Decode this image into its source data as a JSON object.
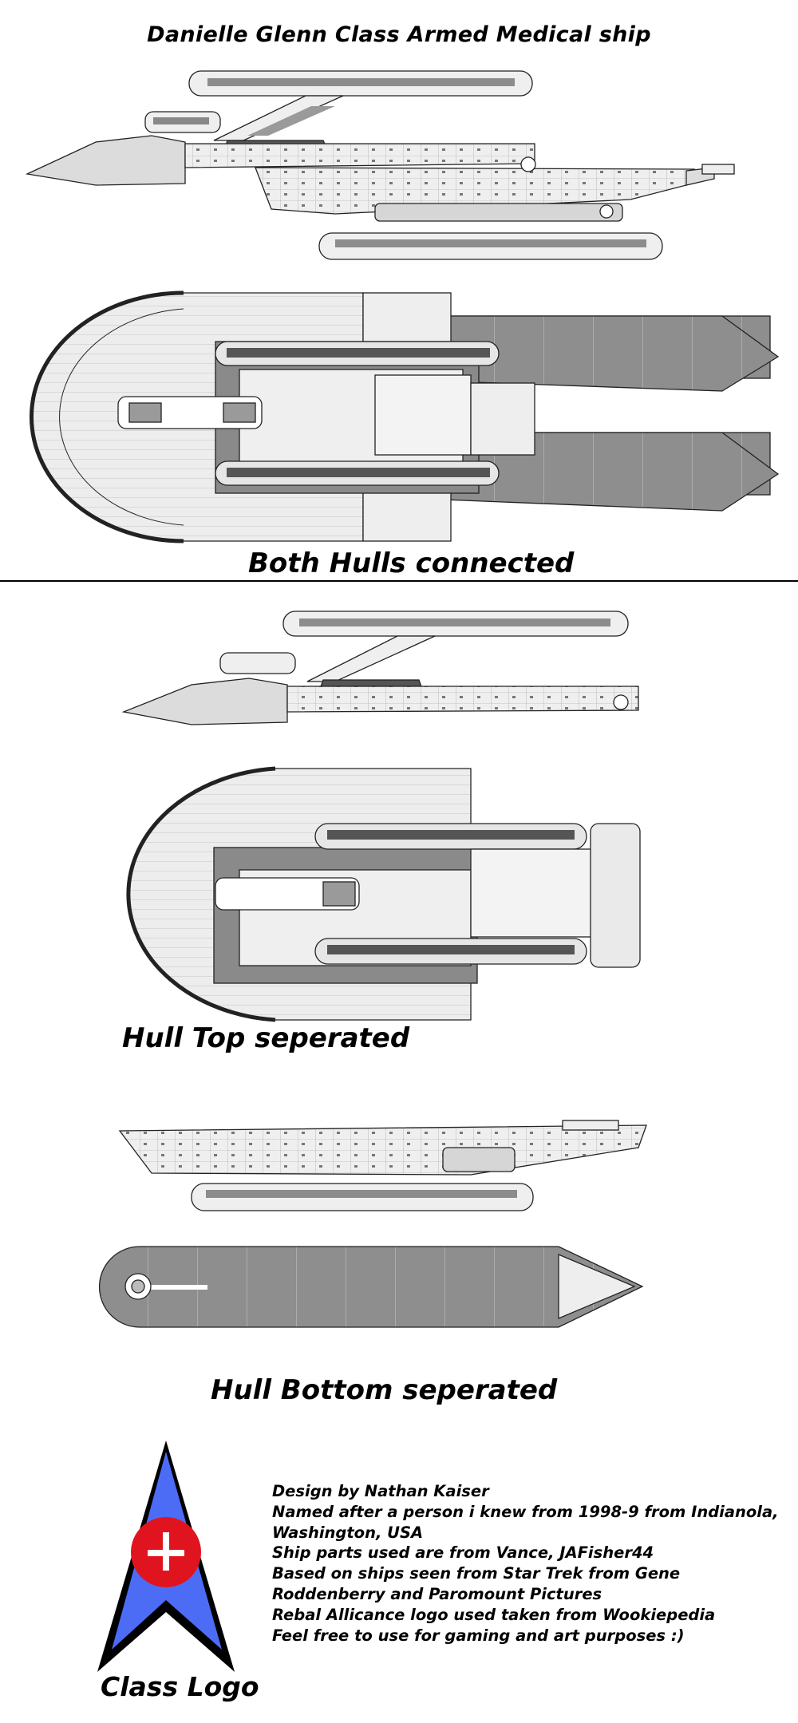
{
  "title": "Danielle Glenn Class Armed Medical ship",
  "sections": {
    "both": "Both Hulls connected",
    "top": "Hull Top  seperated",
    "bottom": "Hull Bottom seperated"
  },
  "credits": [
    "Design by Nathan Kaiser",
    "Named after a person i knew from 1998-9 from Indianola,",
    "Washington, USA",
    "Ship parts used are from Vance, JAFisher44",
    "Based on ships seen from Star Trek from Gene",
    "Roddenberry and Paromount Pictures",
    "Rebal Allicance logo used taken from Wookiepedia",
    "Feel free to use for gaming and art purposes :)"
  ],
  "logo_label": "Class Logo",
  "colors": {
    "hull_light": "#f2f2f2",
    "hull_mid": "#d0d0d0",
    "hull_dark": "#8c8c8c",
    "logo_blue": "#4d6cf5",
    "logo_red": "#e0141e"
  }
}
